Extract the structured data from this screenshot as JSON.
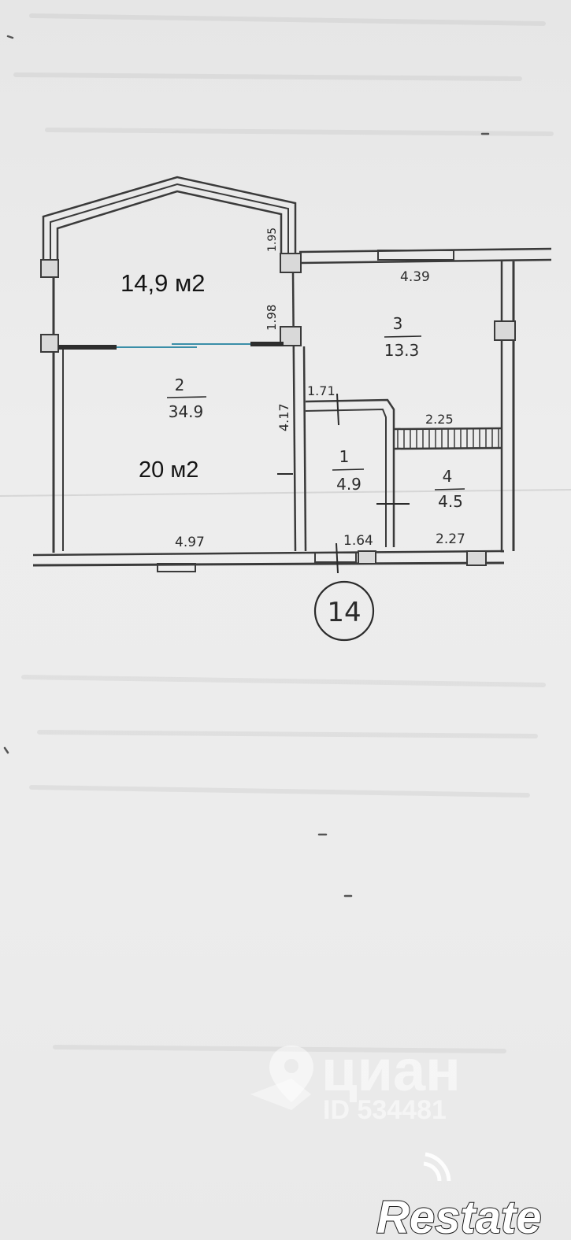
{
  "balcony_area_label": "14,9 м2",
  "living_area_label": "20 м2",
  "rooms": [
    {
      "number": "1",
      "area": "4.9"
    },
    {
      "number": "2",
      "area": "34.9"
    },
    {
      "number": "3",
      "area": "13.3"
    },
    {
      "number": "4",
      "area": "4.5"
    }
  ],
  "dimensions": {
    "top_right": "4.39",
    "bottom_left": "4.97",
    "bottom_mid": "1.64",
    "bottom_right": "2.27",
    "hall_top": "1.71",
    "bath_top": "2.25",
    "left_inner": "4.17",
    "balcony_inner": "1.98",
    "balcony_top": "1.95"
  },
  "plan_number": "14",
  "watermark": {
    "brand": "циан",
    "id_label": "ID 534481",
    "logo_lettering": "Restate"
  },
  "colors": {
    "paper": "#ebebeb",
    "ink": "#2b2b2b",
    "window_glass": "#3a8ea8"
  }
}
